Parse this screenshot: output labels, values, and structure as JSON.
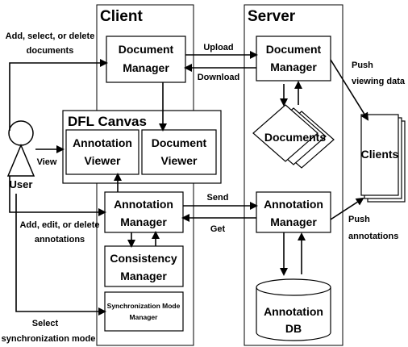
{
  "sections": {
    "client": "Client",
    "server": "Server"
  },
  "user": {
    "label": "User"
  },
  "client_side": {
    "document_manager": [
      "Document",
      "Manager"
    ],
    "dfl_canvas": "DFL Canvas",
    "annotation_viewer": [
      "Annotation",
      "Viewer"
    ],
    "document_viewer": [
      "Document",
      "Viewer"
    ],
    "annotation_manager": [
      "Annotation",
      "Manager"
    ],
    "consistency_manager": [
      "Consistency",
      "Manager"
    ],
    "sync_mode_manager": [
      "Synchronization Mode",
      "Manager"
    ]
  },
  "server_side": {
    "document_manager": [
      "Document",
      "Manager"
    ],
    "documents": "Documents",
    "annotation_manager": [
      "Annotation",
      "Manager"
    ],
    "annotation_db": [
      "Annotation",
      "DB"
    ]
  },
  "clients_stack": "Clients",
  "edge_labels": {
    "add_documents": [
      "Add, select, or delete",
      "documents"
    ],
    "view": "View",
    "add_annotations": [
      "Add, edit, or delete",
      "annotations"
    ],
    "select_sync": [
      "Select",
      "synchronization mode"
    ],
    "upload": "Upload",
    "download": "Download",
    "send": "Send",
    "get": "Get",
    "push_viewing": [
      "Push",
      "viewing data"
    ],
    "push_annotations": [
      "Push",
      "annotations"
    ]
  }
}
